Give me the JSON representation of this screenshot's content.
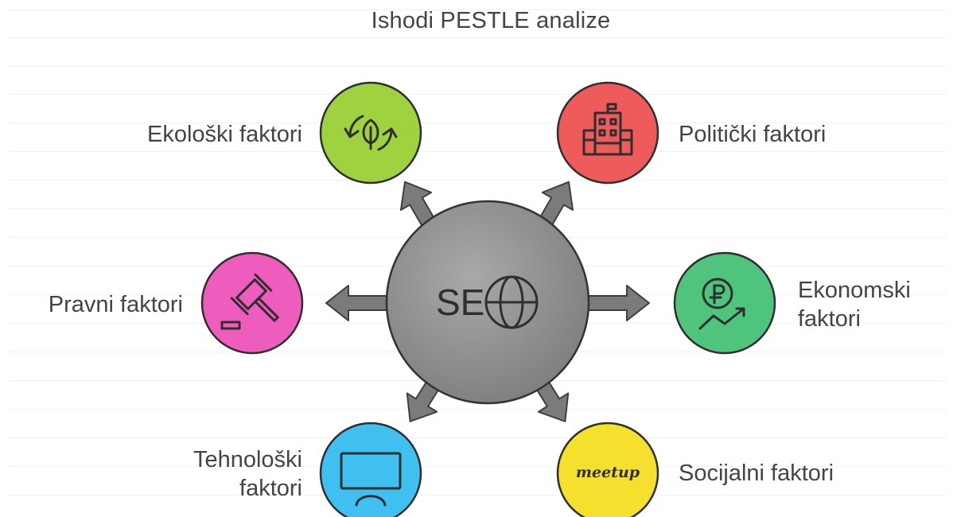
{
  "title": "Ishodi PESTLE analize",
  "center": {
    "label": "SE",
    "icon": "globe-icon",
    "color": "#8e8e8e"
  },
  "factors": [
    {
      "id": "ekoloski",
      "label": "Ekološki faktori",
      "color": "#9ed33f",
      "icon": "leaf-recycle-icon"
    },
    {
      "id": "politicki",
      "label": "Politički faktori",
      "color": "#ef5b5b",
      "icon": "government-building-icon"
    },
    {
      "id": "pravni",
      "label": "Pravni faktori",
      "color": "#ee5cbd",
      "icon": "gavel-icon"
    },
    {
      "id": "ekonomski",
      "label_line1": "Ekonomski",
      "label_line2": "faktori",
      "color": "#4fc47d",
      "icon": "ruble-growth-icon"
    },
    {
      "id": "tehnoloski",
      "label_line1": "Tehnološki",
      "label_line2": "faktori",
      "color": "#3fc0f0",
      "icon": "monitor-icon"
    },
    {
      "id": "socijalni",
      "label": "Socijalni faktori",
      "color": "#f6e02e",
      "icon": "meetup-icon",
      "icon_text": "meetup"
    }
  ]
}
